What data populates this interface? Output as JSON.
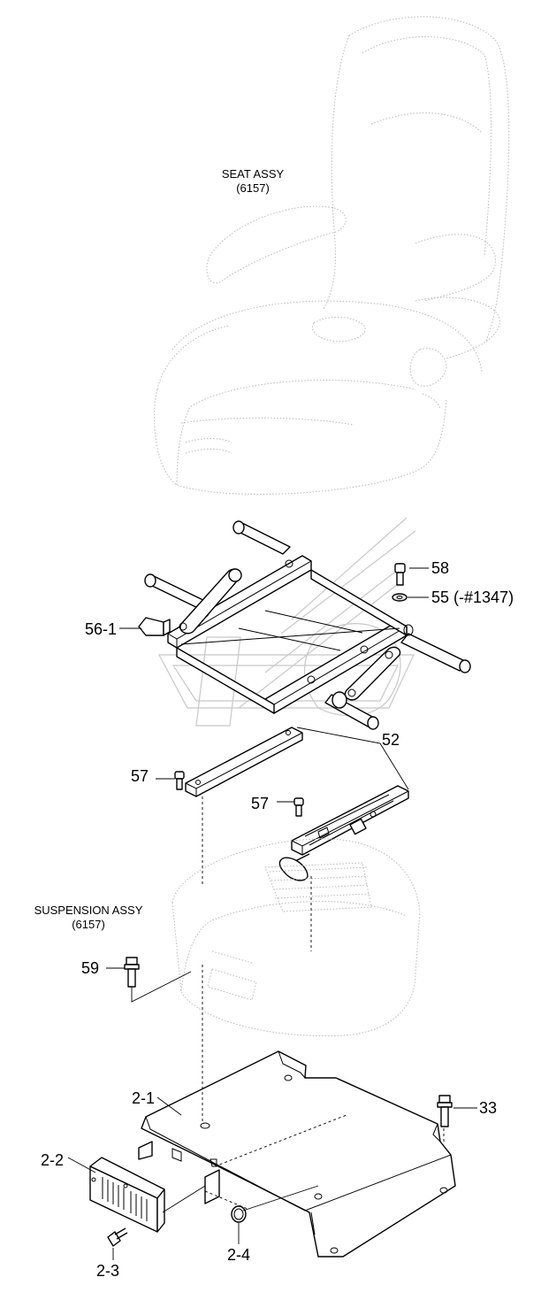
{
  "assemblies": {
    "seat": {
      "name": "SEAT ASSY",
      "code": "(6157)"
    },
    "suspension": {
      "name": "SUSPENSION ASSY",
      "code": "(6157)"
    }
  },
  "parts": {
    "p58": "58",
    "p55": "55 (-#1347)",
    "p56_1": "56-1",
    "p52": "52",
    "p57a": "57",
    "p57b": "57",
    "p59": "59",
    "p2_1": "2-1",
    "p33": "33",
    "p2_2": "2-2",
    "p2_3": "2-3",
    "p2_4": "2-4"
  }
}
